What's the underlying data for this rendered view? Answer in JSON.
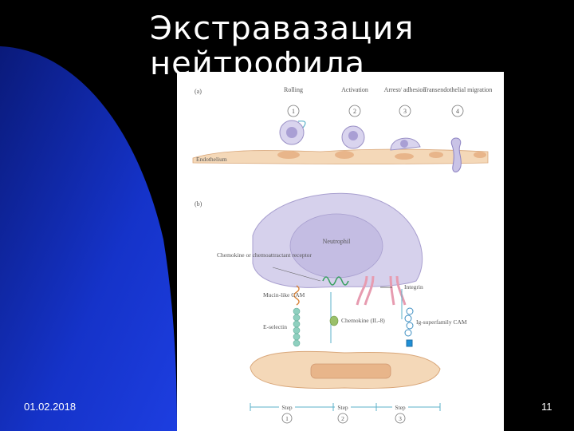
{
  "slide": {
    "title_line1": "Экстравазация",
    "title_line2": "нейтрофила",
    "date": "01.02.2018",
    "page_number": "11"
  },
  "figure": {
    "panel_a": {
      "label": "(a)",
      "stages": [
        {
          "label": "Rolling",
          "number": "1"
        },
        {
          "label": "Activation",
          "number": "2"
        },
        {
          "label": "Arrest/ adhesion",
          "number": "3"
        },
        {
          "label": "Transendothelial migration",
          "number": "4"
        }
      ],
      "endothelium_label": "Endothelium"
    },
    "panel_b": {
      "label": "(b)",
      "neutrophil_label": "Neutrophil",
      "chemokine_receptor_label": "Chemokine or chemoattractant receptor",
      "mucin_label": "Mucin-like CAM",
      "eselectin_label": "E-selectin",
      "chemokine_label": "Chemokine (IL-8)",
      "integrin_label": "Integrin",
      "ig_label": "Ig-superfamily CAM",
      "steps": [
        {
          "label": "Step",
          "number": "1"
        },
        {
          "label": "Step",
          "number": "2"
        },
        {
          "label": "Step",
          "number": "3"
        }
      ]
    }
  },
  "colors": {
    "background": "#000000",
    "accent_blue": "#1230c8",
    "cell_purple": "#c9c3e6",
    "endothelium": "#f2d2b0",
    "receptor_green": "#3aa062"
  }
}
